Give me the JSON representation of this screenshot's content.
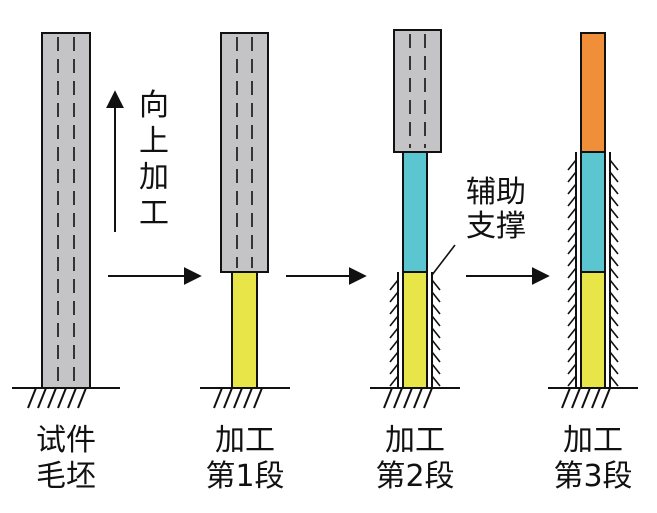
{
  "colors": {
    "blank": "#c4c4c6",
    "segment1": "#e8e548",
    "segment2": "#5bc6d0",
    "segment3": "#f08f39",
    "line": "#111111"
  },
  "direction_label": [
    "向",
    "上",
    "加",
    "工"
  ],
  "support_label": [
    "辅助",
    "支撑"
  ],
  "stages": [
    {
      "caption": [
        "试件",
        "毛坯"
      ]
    },
    {
      "caption": [
        "加工",
        "第1段"
      ]
    },
    {
      "caption": [
        "加工",
        "第2段"
      ]
    },
    {
      "caption": [
        "加工",
        "第3段"
      ]
    }
  ]
}
